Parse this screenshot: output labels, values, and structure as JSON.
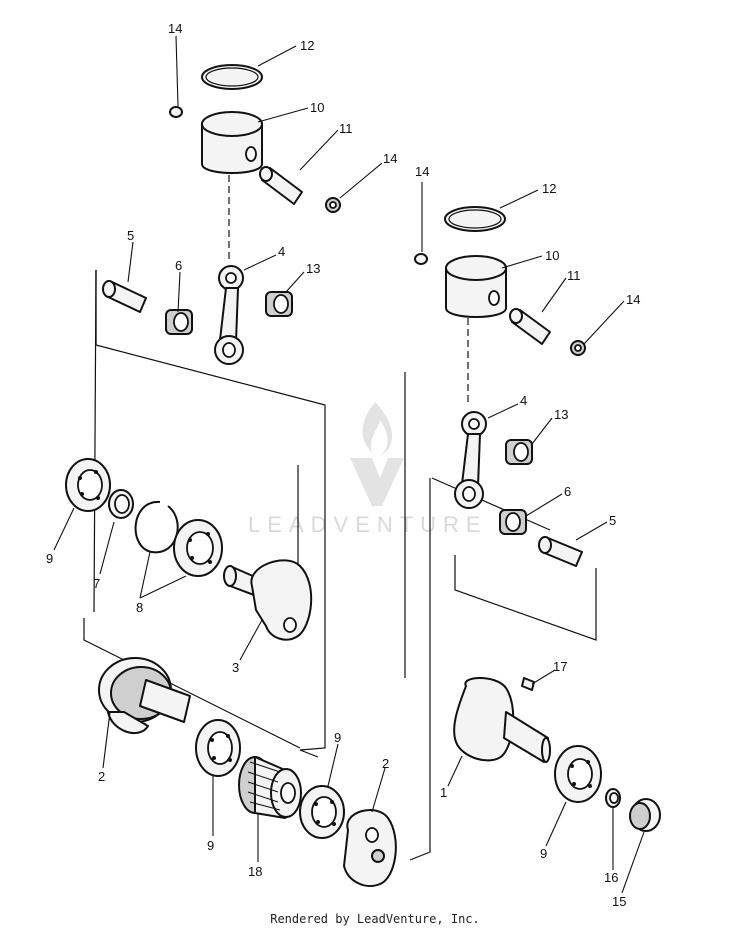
{
  "watermark": {
    "text": "LEADVENTURE"
  },
  "footer": {
    "text": "Rendered by LeadVenture, Inc."
  },
  "callouts": [
    {
      "id": "c14a",
      "label": "14"
    },
    {
      "id": "c12a",
      "label": "12"
    },
    {
      "id": "c10a",
      "label": "10"
    },
    {
      "id": "c11a",
      "label": "11"
    },
    {
      "id": "c14b",
      "label": "14"
    },
    {
      "id": "c14c",
      "label": "14"
    },
    {
      "id": "c12b",
      "label": "12"
    },
    {
      "id": "c10b",
      "label": "10"
    },
    {
      "id": "c11b",
      "label": "11"
    },
    {
      "id": "c14d",
      "label": "14"
    },
    {
      "id": "c5a",
      "label": "5"
    },
    {
      "id": "c6a",
      "label": "6"
    },
    {
      "id": "c4a",
      "label": "4"
    },
    {
      "id": "c13a",
      "label": "13"
    },
    {
      "id": "c4b",
      "label": "4"
    },
    {
      "id": "c13b",
      "label": "13"
    },
    {
      "id": "c6b",
      "label": "6"
    },
    {
      "id": "c5b",
      "label": "5"
    },
    {
      "id": "c9a",
      "label": "9"
    },
    {
      "id": "c7",
      "label": "7"
    },
    {
      "id": "c8",
      "label": "8"
    },
    {
      "id": "c3",
      "label": "3"
    },
    {
      "id": "c17",
      "label": "17"
    },
    {
      "id": "c2a",
      "label": "2"
    },
    {
      "id": "c9b",
      "label": "9"
    },
    {
      "id": "c9c",
      "label": "9"
    },
    {
      "id": "c2b",
      "label": "2"
    },
    {
      "id": "c18",
      "label": "18"
    },
    {
      "id": "c1",
      "label": "1"
    },
    {
      "id": "c9d",
      "label": "9"
    },
    {
      "id": "c16",
      "label": "16"
    },
    {
      "id": "c15",
      "label": "15"
    }
  ]
}
